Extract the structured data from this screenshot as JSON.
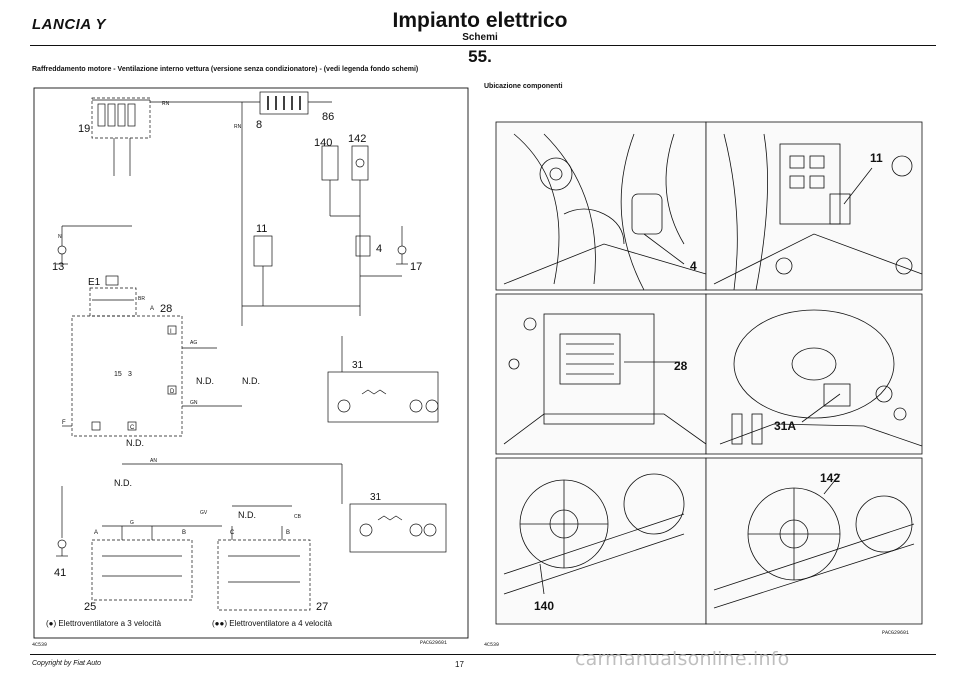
{
  "header": {
    "brand": "LANCIA Y",
    "title": "Impianto elettrico",
    "subtitle": "Schemi",
    "page_number": "55."
  },
  "schematic": {
    "heading": "Raffreddamento motore - Ventilazione interno vettura (versione senza condizionatore) - (vedi legenda fondo schemi)",
    "legend_3speed": "(●) Elettroventilatore a 3 velocità",
    "legend_4speed": "(●●) Elettroventilatore a 4 velocità",
    "code_left": "4C539",
    "code_right": "PACG29601",
    "labels": {
      "c19": "19",
      "c8": "8",
      "c86": "86",
      "c140": "140",
      "c142": "142",
      "c13": "13",
      "c11": "11",
      "c4": "4",
      "c17": "17",
      "c28": "28",
      "c31a_top": "31",
      "c31a_bot": "31",
      "c15": "15",
      "c3": "3",
      "c25": "25",
      "c27": "27",
      "c41": "41",
      "nd1": "N.D.",
      "nd2": "N.D.",
      "nd3": "N.D.",
      "nd4": "N.D.",
      "nd5": "N.D.",
      "wRN1": "RN",
      "wRN2": "RN",
      "wRN3": "RN",
      "wN": "N",
      "wBR": "BR",
      "wAG": "AG",
      "wGN": "GN",
      "wAN": "AN",
      "wGV": "GV",
      "wCB": "CB",
      "wG": "G",
      "E1": "E1",
      "A": "A",
      "B": "B",
      "C": "C",
      "D": "D",
      "F": "F",
      "box_I": "I"
    }
  },
  "location": {
    "heading": "Ubicazione componenti",
    "code_left": "4C539",
    "code_right": "PACG29601",
    "photos": [
      {
        "label": "4"
      },
      {
        "label": "11"
      },
      {
        "label": "28"
      },
      {
        "label": "31A"
      },
      {
        "label": "140"
      },
      {
        "label": "142"
      }
    ]
  },
  "footer": {
    "copyright": "Copyright by Fiat Auto",
    "sheet": "17",
    "watermark": "carmanualsonline.info"
  }
}
